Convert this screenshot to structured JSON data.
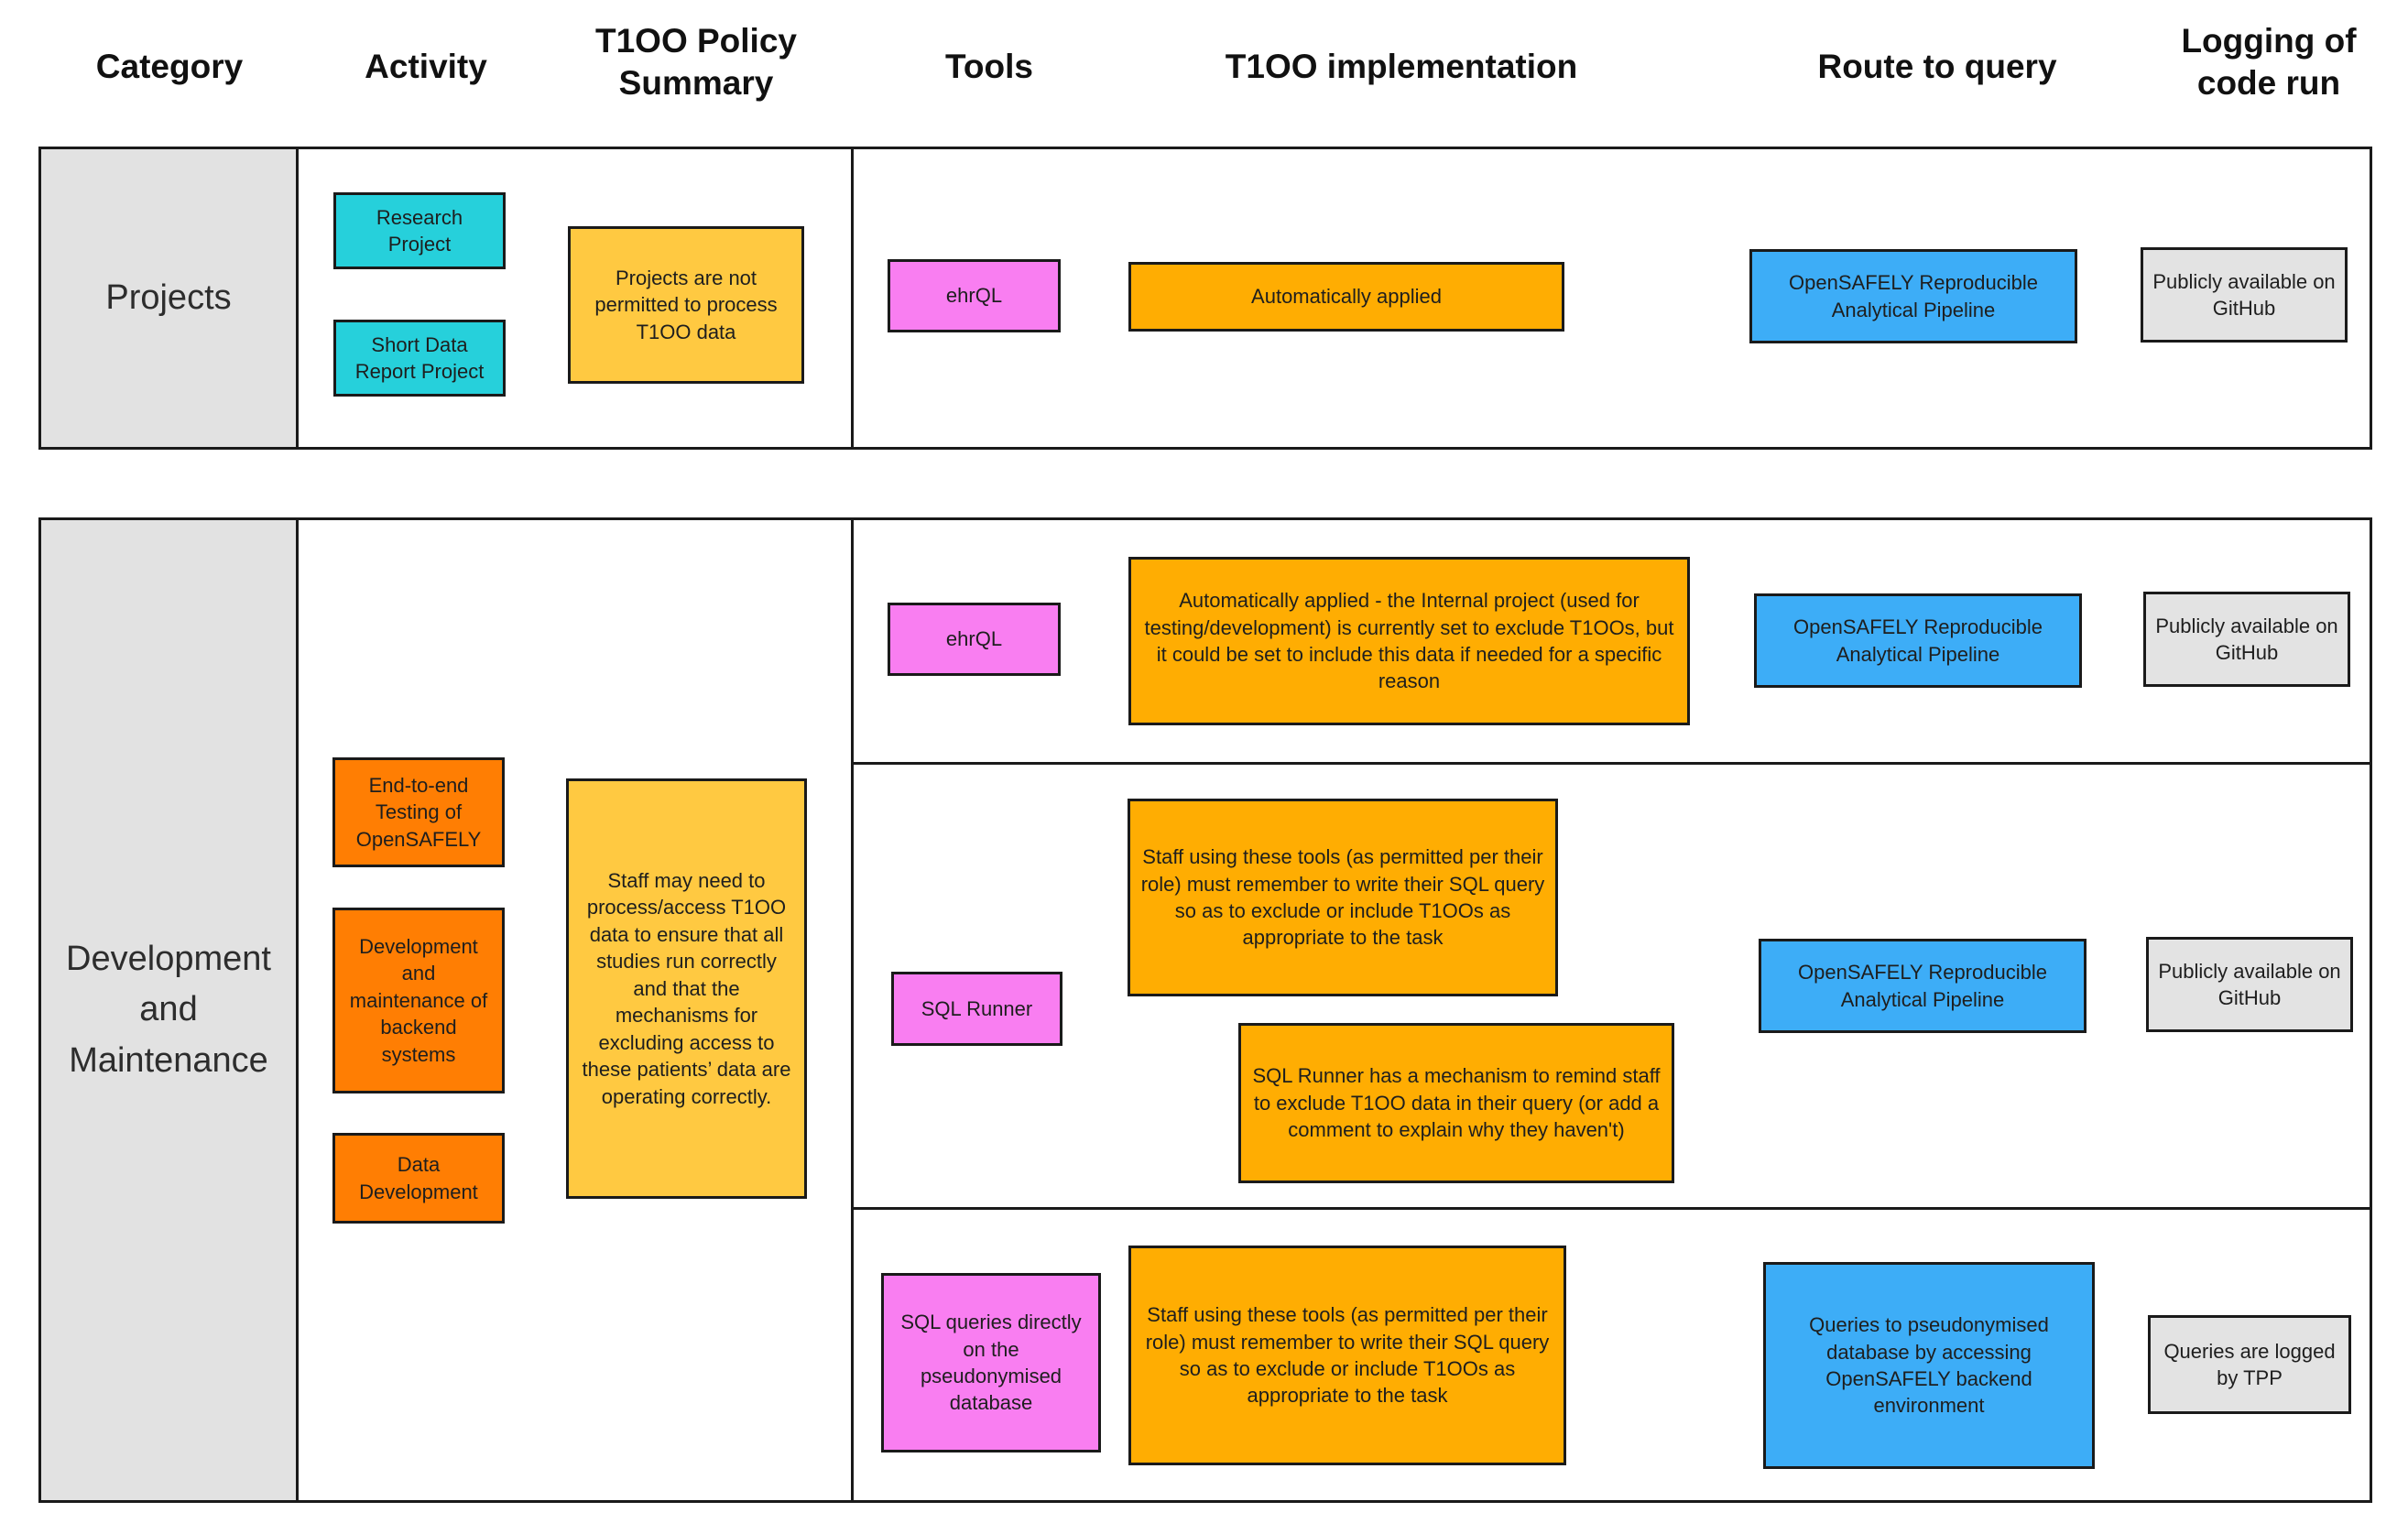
{
  "palette": {
    "line": "#1a1a1a",
    "activity_projects": "#26d0db",
    "tool_pink": "#f97ef1",
    "policy_yellow": "#ffc941",
    "implementation_orange": "#ffad02",
    "activity_development_orange": "#ff7e03",
    "route_blue": "#3dadf7",
    "logging_grey": "#e3e3e3",
    "category_grey": "#e2e2e2"
  },
  "headers": {
    "category": "Category",
    "activity": "Activity",
    "policy": "T1OO Policy Summary",
    "tools": "Tools",
    "implementation": "T1OO implementation",
    "route": "Route to query",
    "logging": "Logging of code run"
  },
  "projects": {
    "category": "Projects",
    "activities": [
      "Research Project",
      "Short Data Report Project"
    ],
    "policy": "Projects are not permitted to process T1OO data",
    "tool": "ehrQL",
    "implementation": "Automatically applied",
    "route": "OpenSAFELY Reproducible Analytical Pipeline",
    "logging": "Publicly available on GitHub"
  },
  "development": {
    "category": "Development and Maintenance",
    "activities": [
      "End-to-end Testing of OpenSAFELY",
      "Development and maintenance of backend systems",
      "Data Development"
    ],
    "policy": "Staff may need to process/access T1OO data to ensure that all studies run correctly and that the mechanisms for excluding access to these patients’ data are operating correctly.",
    "rows": [
      {
        "tool": "ehrQL",
        "implementation": "Automatically applied - the Internal project (used for testing/development) is currently set to exclude T1OOs, but it could be set to include this data if needed for a specific reason",
        "route": "OpenSAFELY Reproducible Analytical Pipeline",
        "logging": "Publicly available on GitHub"
      },
      {
        "tool": "SQL Runner",
        "implementation": "Staff using these tools (as permitted per their role) must remember to write their SQL query so as to exclude or include T1OOs as appropriate to the task",
        "implementation_note": "SQL Runner has a mechanism to remind staff to exclude T1OO data in their query (or add a comment to explain why they haven't)",
        "route": "OpenSAFELY Reproducible Analytical Pipeline",
        "logging": "Publicly available on GitHub"
      },
      {
        "tool": "SQL queries directly on the pseudonymised database",
        "implementation": "Staff using these tools (as permitted per their role) must remember to write their SQL query so as to exclude or include T1OOs as appropriate to the task",
        "route": "Queries to pseudonymised database by accessing OpenSAFELY backend environment",
        "logging": "Queries are logged by TPP"
      }
    ]
  }
}
